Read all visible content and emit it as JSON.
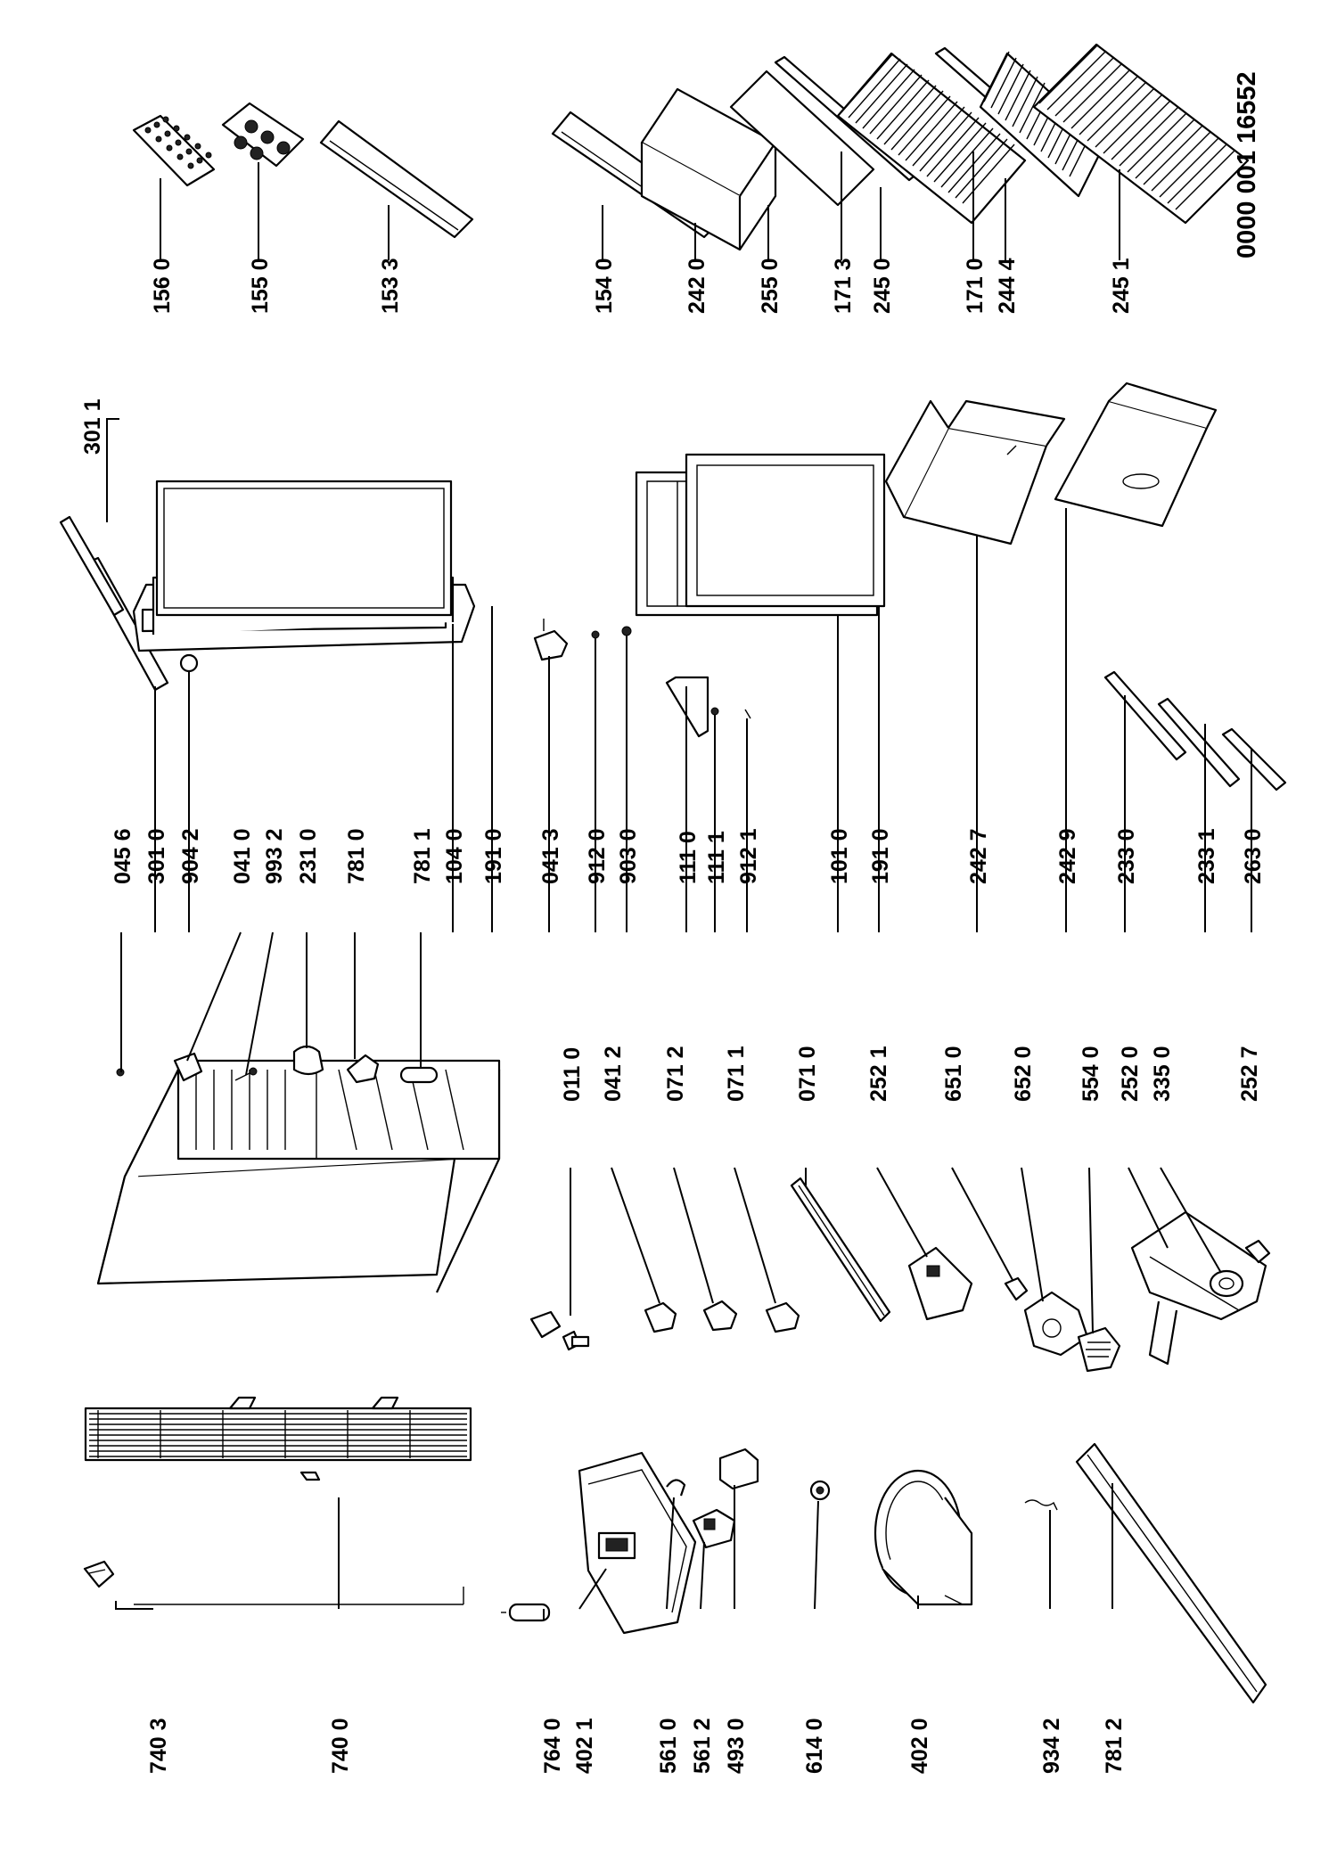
{
  "document_id": "0000 001 16552",
  "part_numbers": [
    "740 3",
    "740 0",
    "764 0",
    "402 1",
    "561 0",
    "561 2",
    "493 0",
    "614 0",
    "402 0",
    "934 2",
    "781 2",
    "011 0",
    "041 2",
    "071 2",
    "071 1",
    "071 0",
    "252 1",
    "651 0",
    "652 0",
    "554 0",
    "252 0",
    "335 0",
    "252 7",
    "045 6",
    "301 0",
    "904 2",
    "041 0",
    "993 2",
    "231 0",
    "781 0",
    "781 1",
    "104 0",
    "191 0",
    "301 1",
    "041 3",
    "912 0",
    "903 0",
    "111 0",
    "111 1",
    "912 1",
    "101 0",
    "191 0",
    "242 7",
    "242 9",
    "233 0",
    "233 1",
    "263 0",
    "156 0",
    "155 0",
    "153 3",
    "154 0",
    "242 0",
    "255 0",
    "171 3",
    "245 0",
    "171 0",
    "244 4",
    "245 1"
  ]
}
